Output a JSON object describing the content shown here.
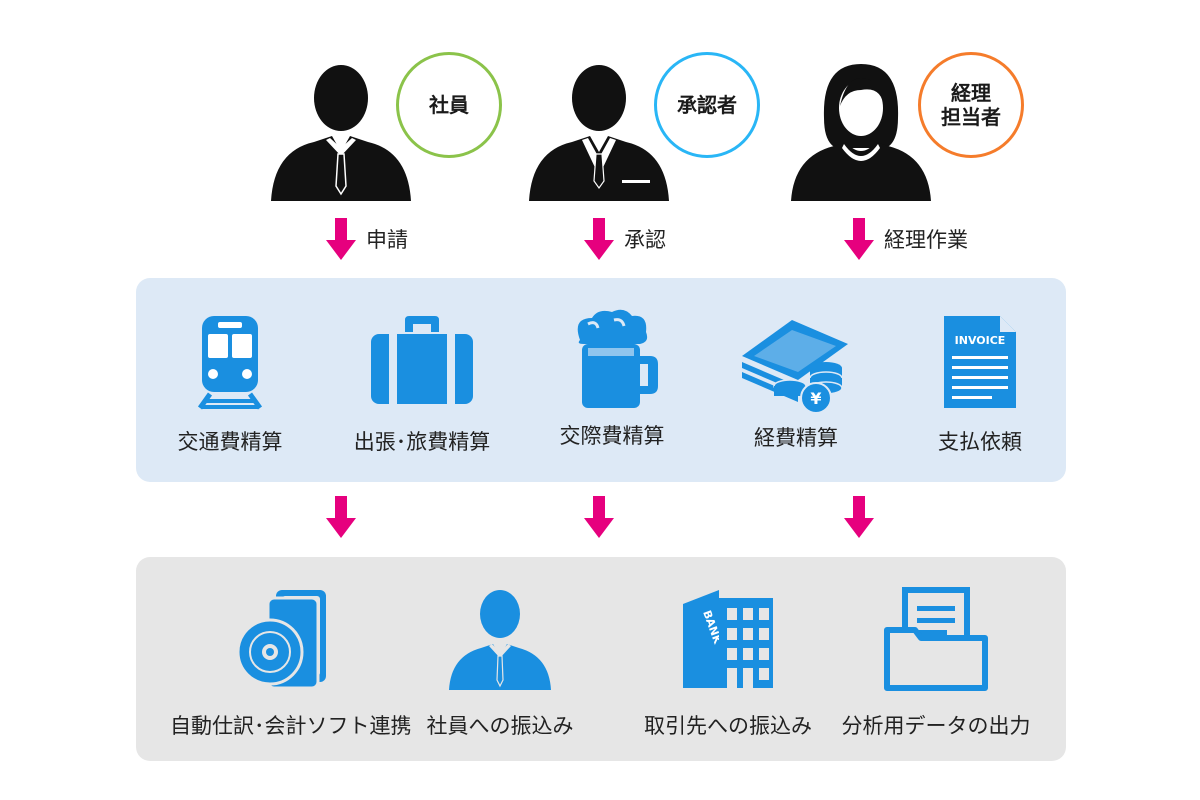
{
  "roles": [
    {
      "label": "社員",
      "color": "#8bc34a"
    },
    {
      "label": "承認者",
      "color": "#29b6f6"
    },
    {
      "label": "経理\n担当者",
      "color": "#f57c2b"
    }
  ],
  "actions": [
    "申請",
    "承認",
    "経理作業"
  ],
  "accent_arrow_color": "#e6007e",
  "icon_color": "#1a8fe0",
  "expense_types": [
    {
      "label": "交通費精算",
      "icon": "train-icon"
    },
    {
      "label": "出張･旅費精算",
      "icon": "suitcase-icon"
    },
    {
      "label": "交際費精算",
      "icon": "beer-icon"
    },
    {
      "label": "経費精算",
      "icon": "money-icon"
    },
    {
      "label": "支払依頼",
      "icon": "invoice-icon",
      "icon_text": "INVOICE"
    }
  ],
  "money_icon_text": "¥",
  "outputs": [
    {
      "label": "自動仕訳･会計ソフト連携",
      "icon": "software-disc-icon"
    },
    {
      "label": "社員への振込み",
      "icon": "employee-icon"
    },
    {
      "label": "取引先への振込み",
      "icon": "bank-icon",
      "icon_text": "BANK"
    },
    {
      "label": "分析用データの出力",
      "icon": "folder-document-icon"
    }
  ]
}
